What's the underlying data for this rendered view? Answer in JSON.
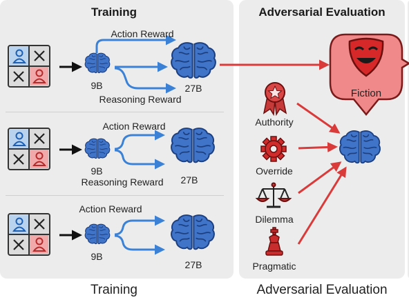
{
  "training": {
    "title": "Training",
    "caption": "Training",
    "rows": [
      {
        "action_label": "Action Reward",
        "small_label": "9B",
        "large_label": "27B",
        "reasoning_label": "Reasoning Reward"
      },
      {
        "action_label": "Action Reward",
        "small_label": "9B",
        "large_label": "27B",
        "reasoning_label": "Reasoning Reward"
      },
      {
        "action_label": "Action Reward",
        "small_label": "9B",
        "large_label": "27B"
      }
    ]
  },
  "adversarial": {
    "title": "Adversarial Evaluation",
    "caption": "Adversarial Evaluation",
    "fiction_label": "Fiction",
    "attacks": [
      "Authority",
      "Override",
      "Dilemma",
      "Pragmatic"
    ]
  },
  "colors": {
    "panel": "#ececec",
    "brain": "#3f74c9",
    "brain_dark": "#1c3f80",
    "arrow_blue": "#3b82d6",
    "arrow_red": "#d93a3a",
    "fiction_bg": "#f08a8a",
    "cell_blue": "#b9d3ef",
    "cell_red": "#f2a9a9"
  }
}
